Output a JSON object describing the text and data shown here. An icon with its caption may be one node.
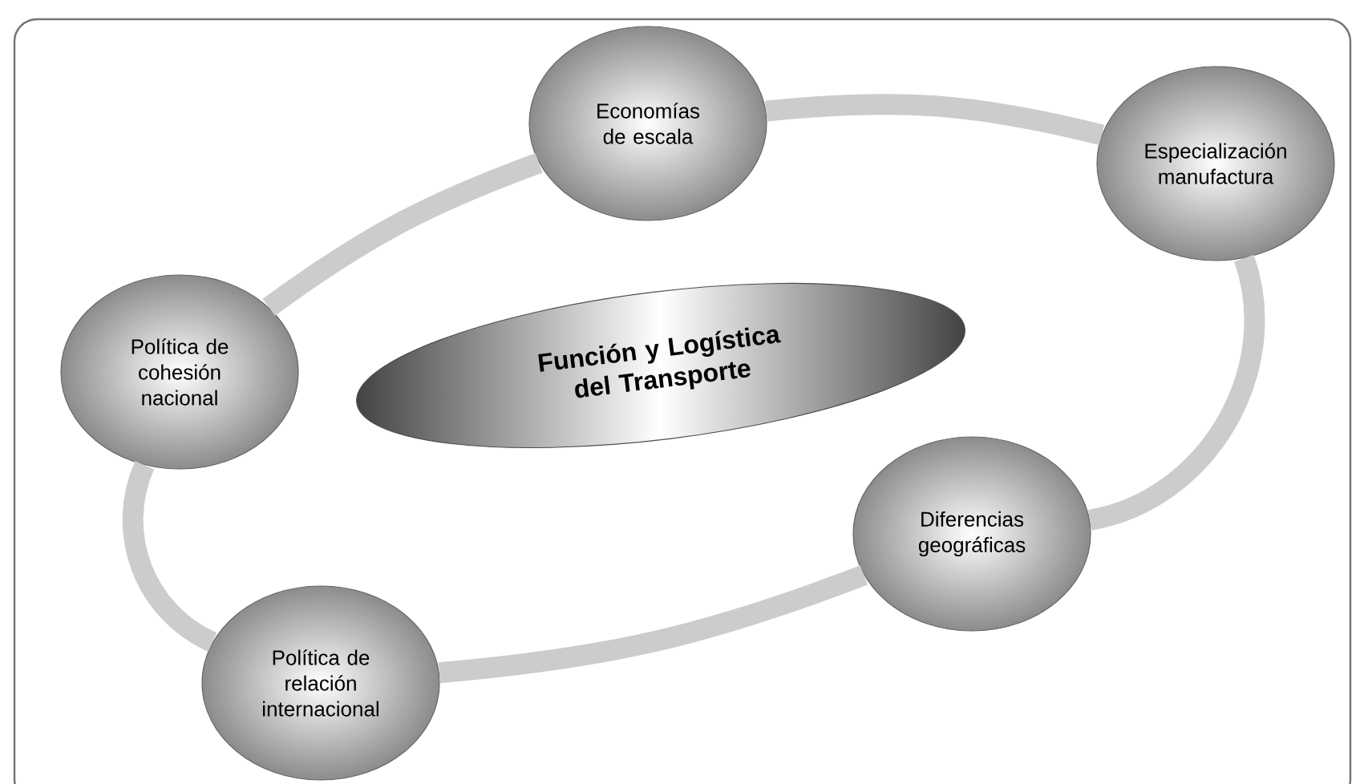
{
  "diagram": {
    "nodes": [
      {
        "text": [
          "Función y Logística del Transporte"
        ]
      },
      {
        "text": [
          "Economías de escala"
        ]
      },
      {
        "text": [
          "Especialización manufactura"
        ]
      },
      {
        "text": [
          "Política de cohesión nacional"
        ]
      },
      {
        "text": [
          "Diferencias geográficas"
        ]
      },
      {
        "text": [
          "Política de relación internacional"
        ]
      }
    ],
    "edges": [
      {
        "from": 1,
        "to": 2,
        "arrow": "none"
      },
      {
        "from": 2,
        "to": 4,
        "arrow": "none"
      },
      {
        "from": 4,
        "to": 5,
        "arrow": "none"
      },
      {
        "from": 5,
        "to": 3,
        "arrow": "none"
      },
      {
        "from": 3,
        "to": 1,
        "arrow": "none"
      }
    ]
  }
}
